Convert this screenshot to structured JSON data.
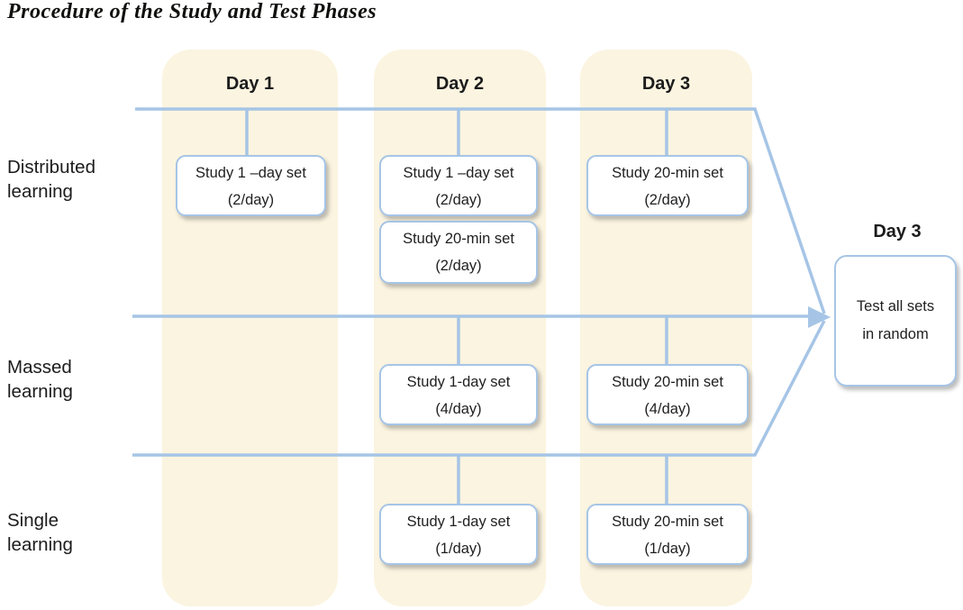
{
  "title": "Procedure of the Study and Test Phases",
  "colors": {
    "column_band": "#fbf4e0",
    "connector_line": "#a6c5e6",
    "box_background": "#ffffff",
    "text": "#1f1f1f"
  },
  "columns": [
    {
      "label": "Day 1"
    },
    {
      "label": "Day 2"
    },
    {
      "label": "Day 3"
    }
  ],
  "rows": [
    {
      "label_line1": "Distributed",
      "label_line2": "learning"
    },
    {
      "label_line1": "Massed",
      "label_line2": "learning"
    },
    {
      "label_line1": "Single",
      "label_line2": "learning"
    }
  ],
  "boxes": {
    "distributed_day1": {
      "line1": "Study 1 –day set",
      "line2": "(2/day)"
    },
    "distributed_day2_first": {
      "line1": "Study 1 –day set",
      "line2": "(2/day)"
    },
    "distributed_day2_second": {
      "line1": "Study 20-min set",
      "line2": "(2/day)"
    },
    "distributed_day3": {
      "line1": "Study 20-min set",
      "line2": "(2/day)"
    },
    "massed_day2": {
      "line1": "Study 1-day set",
      "line2": "(4/day)"
    },
    "massed_day3": {
      "line1": "Study 20-min set",
      "line2": "(4/day)"
    },
    "single_day2": {
      "line1": "Study 1-day set",
      "line2": "(1/day)"
    },
    "single_day3": {
      "line1": "Study 20-min set",
      "line2": "(1/day)"
    }
  },
  "test": {
    "heading": "Day 3",
    "line1": "Test all sets",
    "line2": "in random"
  }
}
